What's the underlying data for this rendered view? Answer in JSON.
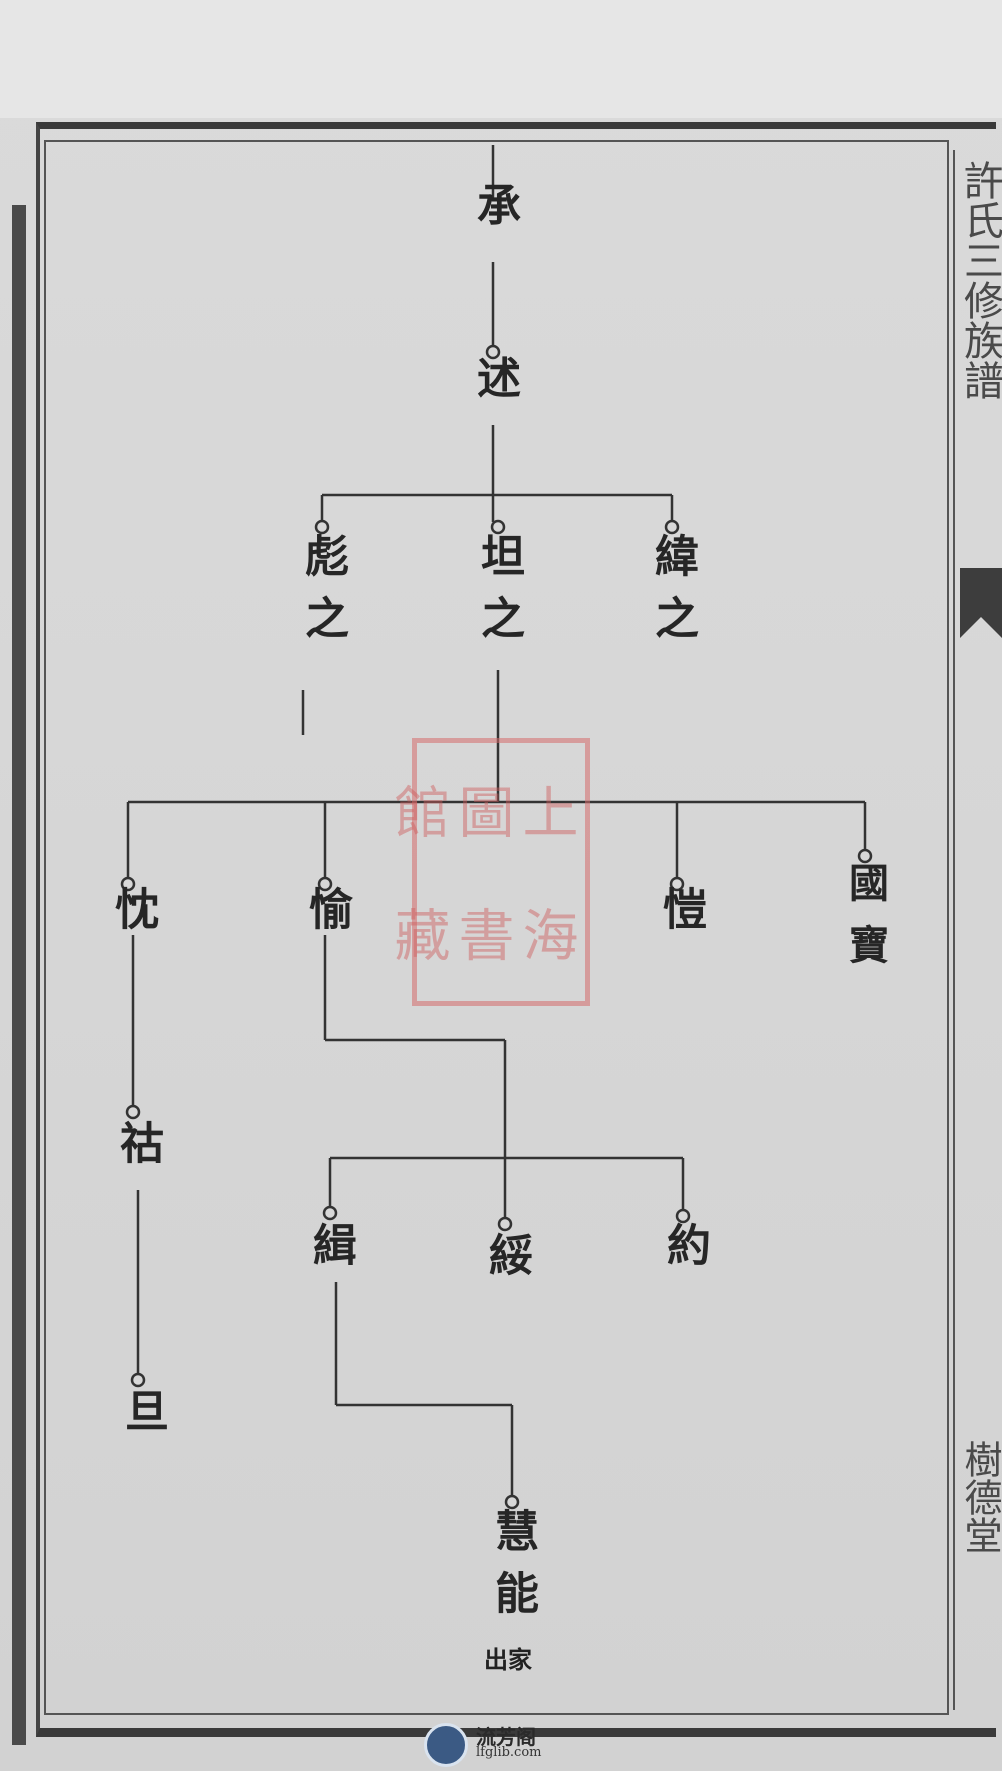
{
  "seal": {
    "characters": [
      "上",
      "海",
      "圖",
      "書",
      "館",
      "藏"
    ]
  },
  "margin": {
    "top_text": "許氏三修族譜",
    "bottom_text": "樹德堂"
  },
  "tree": {
    "generation_1": [
      {
        "id": "cheng",
        "name": "承"
      }
    ],
    "generation_2": [
      {
        "id": "shu",
        "name": "述"
      }
    ],
    "generation_3": [
      {
        "id": "biao",
        "name": "彪之"
      },
      {
        "id": "tan",
        "name": "坦之"
      },
      {
        "id": "wei",
        "name": "緯之"
      }
    ],
    "generation_4": [
      {
        "id": "chen",
        "name": "忱"
      },
      {
        "id": "yu",
        "name": "愉"
      },
      {
        "id": "kai",
        "name": "愷"
      },
      {
        "id": "guobao",
        "name": "國寶"
      }
    ],
    "generation_5": [
      {
        "id": "hu",
        "name": "祜"
      },
      {
        "id": "ji",
        "name": "緝"
      },
      {
        "id": "sui",
        "name": "綏"
      },
      {
        "id": "yue",
        "name": "約"
      }
    ],
    "generation_6": [
      {
        "id": "dan",
        "name": "旦"
      },
      {
        "id": "huineng",
        "name": "慧能",
        "note": "出家"
      }
    ]
  },
  "watermark": {
    "brand": "流芳阁",
    "url": "lfglib.com"
  }
}
